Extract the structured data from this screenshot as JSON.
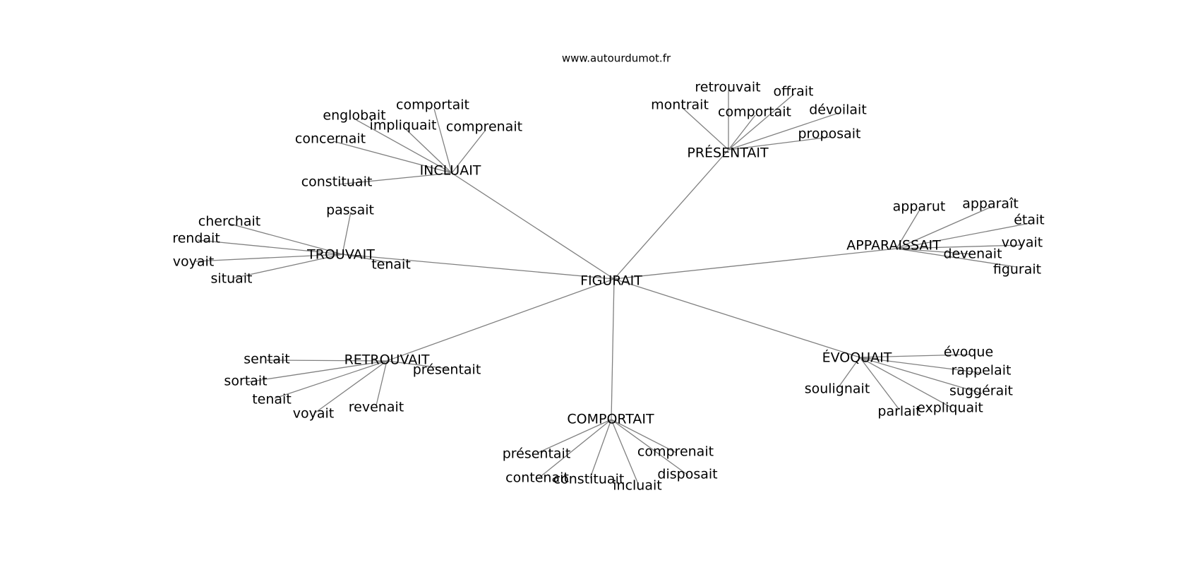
{
  "source": "www.autourdumot.fr",
  "graph": {
    "center": "FIGURAIT",
    "clusters": [
      {
        "hub": "INCLUAIT",
        "leaves": [
          "englobait",
          "comportait",
          "impliquait",
          "comprenait",
          "concernait",
          "constituait"
        ]
      },
      {
        "hub": "PRÉSENTAIT",
        "leaves": [
          "retrouvait",
          "offrait",
          "montrait",
          "comportait",
          "dévoilait",
          "proposait"
        ]
      },
      {
        "hub": "TROUVAIT",
        "leaves": [
          "passait",
          "cherchait",
          "rendait",
          "voyait",
          "situait",
          "tenait"
        ]
      },
      {
        "hub": "APPARAISSAIT",
        "leaves": [
          "apparut",
          "apparaît",
          "était",
          "voyait",
          "devenait",
          "figurait"
        ]
      },
      {
        "hub": "RETROUVAIT",
        "leaves": [
          "sentait",
          "sortait",
          "présentait",
          "tenait",
          "voyait",
          "revenait"
        ]
      },
      {
        "hub": "ÉVOQUAIT",
        "leaves": [
          "évoque",
          "rappelait",
          "soulignait",
          "suggérait",
          "expliquait",
          "parlait"
        ]
      },
      {
        "hub": "COMPORTAIT",
        "leaves": [
          "présentait",
          "comprenait",
          "disposait",
          "contenait",
          "constituait",
          "incluait"
        ]
      }
    ]
  }
}
